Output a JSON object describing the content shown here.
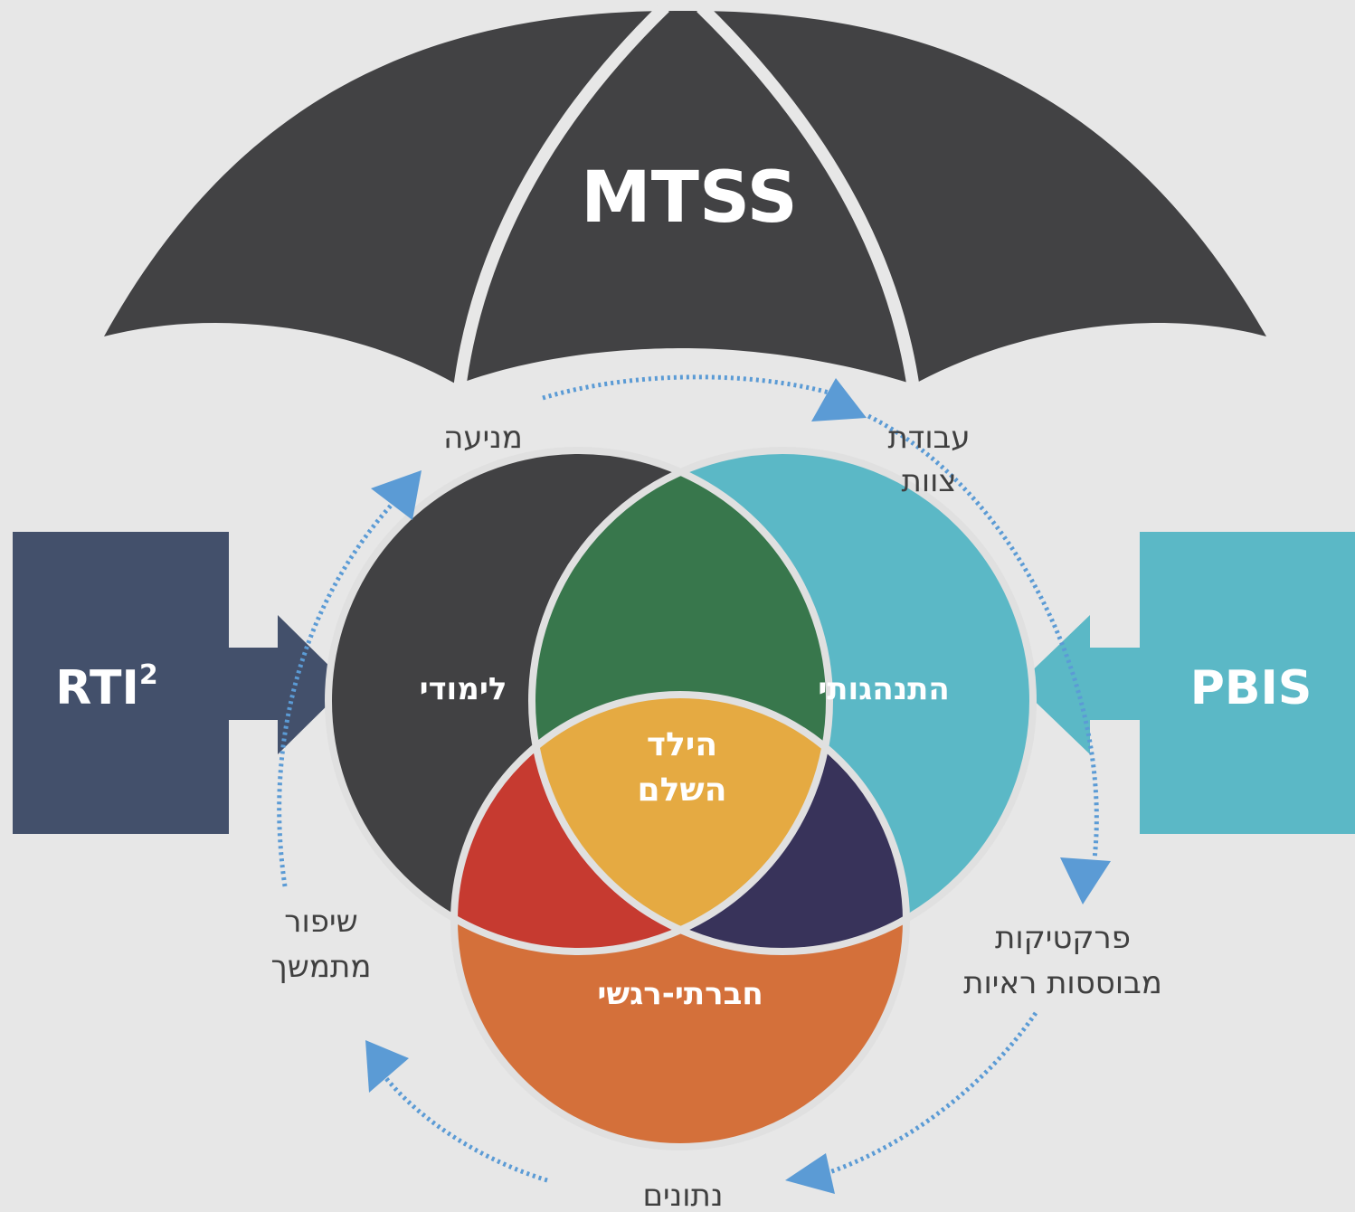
{
  "umbrella": {
    "title": "MTSS",
    "color": "#424244"
  },
  "left_box": {
    "label": "RTI",
    "superscript": "2",
    "color": "#43506b"
  },
  "right_box": {
    "label": "PBIS",
    "color": "#5bb8c6"
  },
  "venn": {
    "academic": {
      "label": "לימודי",
      "color": "#414143"
    },
    "behavioral": {
      "label": "התנהגותי",
      "color": "#5bb8c6"
    },
    "social_emotional": {
      "label": "חברתי-רגשי",
      "color": "#d4703a"
    },
    "center": {
      "line1": "הילד",
      "line2": "השלם",
      "color": "#e5aa42"
    },
    "overlap_top_color": "#38774c",
    "overlap_left_color": "#c63a30",
    "overlap_right_color": "#38335a"
  },
  "cycle": {
    "arrow_color": "#5b9bd5",
    "prevention": "מניעה",
    "teamwork_line1": "עבודת",
    "teamwork_line2": "צוות",
    "ebp_line1": "פרקטיקות",
    "ebp_line2": "מבוססות ראיות",
    "data": "נתונים",
    "improvement_line1": "שיפור",
    "improvement_line2": "מתמשך"
  }
}
